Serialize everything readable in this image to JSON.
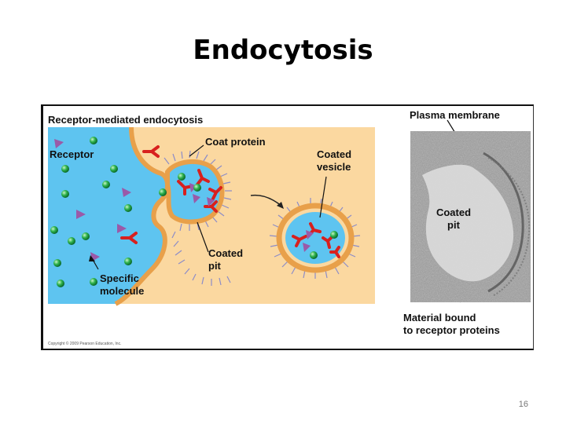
{
  "slide": {
    "title": "Endocytosis",
    "page_number": "16"
  },
  "figure": {
    "heading": "Receptor-mediated endocytosis",
    "labels": {
      "receptor": "Receptor",
      "coat_protein": "Coat protein",
      "coated_vesicle_1": "Coated",
      "coated_vesicle_2": "vesicle",
      "coated_pit_1": "Coated",
      "coated_pit_2": "pit",
      "specific_molecule_1": "Specific",
      "specific_molecule_2": "molecule",
      "plasma_membrane": "Plasma membrane",
      "micro_coated_pit_1": "Coated",
      "micro_coated_pit_2": "pit",
      "material_bound_1": "Material bound",
      "material_bound_2": "to receptor proteins"
    },
    "copyright": "Copyright © 2009 Pearson Education, Inc.",
    "colors": {
      "extracellular": "#5ec4f0",
      "cytoplasm": "#fbd8a0",
      "membrane": "#e8a04a",
      "receptor": "#d8201e",
      "molecule": "#9a5aa8",
      "particle": "#2aa84a",
      "coat": "#8c8cc8"
    }
  }
}
